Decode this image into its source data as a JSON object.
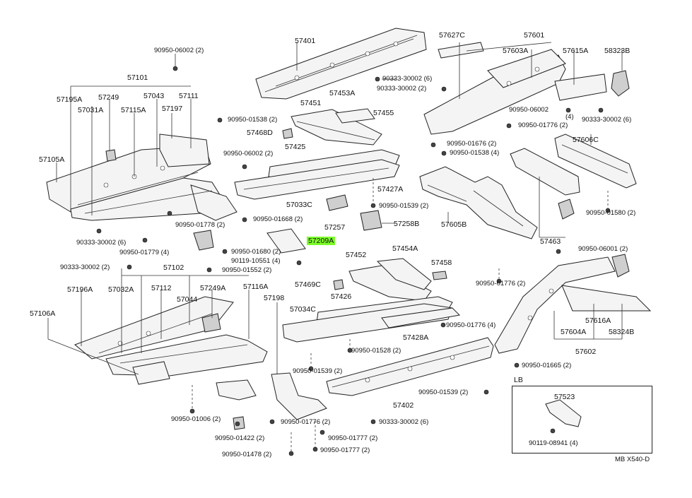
{
  "labels": {
    "p57401": "57401",
    "p57627C": "57627C",
    "p57601": "57601",
    "p90950_06002_top": "90950-06002 (2)",
    "p57603A": "57603A",
    "p57615A": "57615A",
    "p58323B": "58323B",
    "p57101": "57101",
    "p90333_30002_6a": "90333-30002 (6)",
    "p90333_30002_2a": "90333-30002 (2)",
    "p57195A": "57195A",
    "p57249": "57249",
    "p57043": "57043",
    "p57111": "57111",
    "p57453A": "57453A",
    "p57031A": "57031A",
    "p57115A": "57115A",
    "p57197": "57197",
    "p57451": "57451",
    "p57455": "57455",
    "p90950_06002_4": "90950-06002",
    "p90950_06002_4n": "(4)",
    "p90333_30002_6b": "90333-30002 (6)",
    "p90950_01538_2": "90950-01538 (2)",
    "p90950_01776_2a": "90950-01776 (2)",
    "p57468D": "57468D",
    "p90950_01676": "90950-01676 (2)",
    "p90950_01538_4": "90950-01538 (4)",
    "p57606C": "57606C",
    "p57105A": "57105A",
    "p57425": "57425",
    "p90950_06002_2b": "90950-06002 (2)",
    "p57427A": "57427A",
    "p57033C": "57033C",
    "p90950_01539_2a": "90950-01539 (2)",
    "p57605B": "57605B",
    "p90950_01580": "90950-01580 (2)",
    "p90950_01668": "90950-01668 (2)",
    "p57257": "57257",
    "p57258B": "57258B",
    "p90950_01778": "90950-01778 (2)",
    "p57209A": "57209A",
    "p57463": "57463",
    "p90333_30002_6c": "90333-30002 (6)",
    "p90950_01680": "90950-01680 (2)",
    "p90950_06001": "90950-06001 (2)",
    "p90950_01779": "90950-01779 (4)",
    "p90119_10551": "90119-10551 (4)",
    "p57452": "57452",
    "p57454A": "57454A",
    "p90333_30002_2b": "90333-30002 (2)",
    "p57102": "57102",
    "p90950_01552": "90950-01552 (2)",
    "p57458": "57458",
    "p90950_01776_2b": "90950-01776 (2)",
    "p57196A": "57196A",
    "p57032A": "57032A",
    "p57112": "57112",
    "p57249A": "57249A",
    "p57116A": "57116A",
    "p57469C": "57469C",
    "p57044": "57044",
    "p57198": "57198",
    "p57426": "57426",
    "p57106A": "57106A",
    "p57034C": "57034C",
    "p57616A": "57616A",
    "p57604A": "57604A",
    "p58324B": "58324B",
    "p90950_01776_4": "90950-01776 (4)",
    "p57428A": "57428A",
    "p90950_01528": "90950-01528 (2)",
    "p57602": "57602",
    "p90950_01539_2b": "90950-01539 (2)",
    "p90950_01665": "90950-01665 (2)",
    "LB": "LB",
    "p90950_01539_2c": "90950-01539 (2)",
    "p57523": "57523",
    "p57402": "57402",
    "p90950_01006": "90950-01006 (2)",
    "p90950_01776_2c": "90950-01776 (2)",
    "p90333_30002_6d": "90333-30002 (6)",
    "p90950_01422": "90950-01422 (2)",
    "p90950_01777_2a": "90950-01777 (2)",
    "p90119_08941": "90119-08941 (4)",
    "p90950_01478": "90950-01478 (2)",
    "p90950_01777_2b": "90950-01777 (2)",
    "p_code": "MB  X540-D"
  },
  "colors": {
    "highlight": "#7CFC2A"
  }
}
